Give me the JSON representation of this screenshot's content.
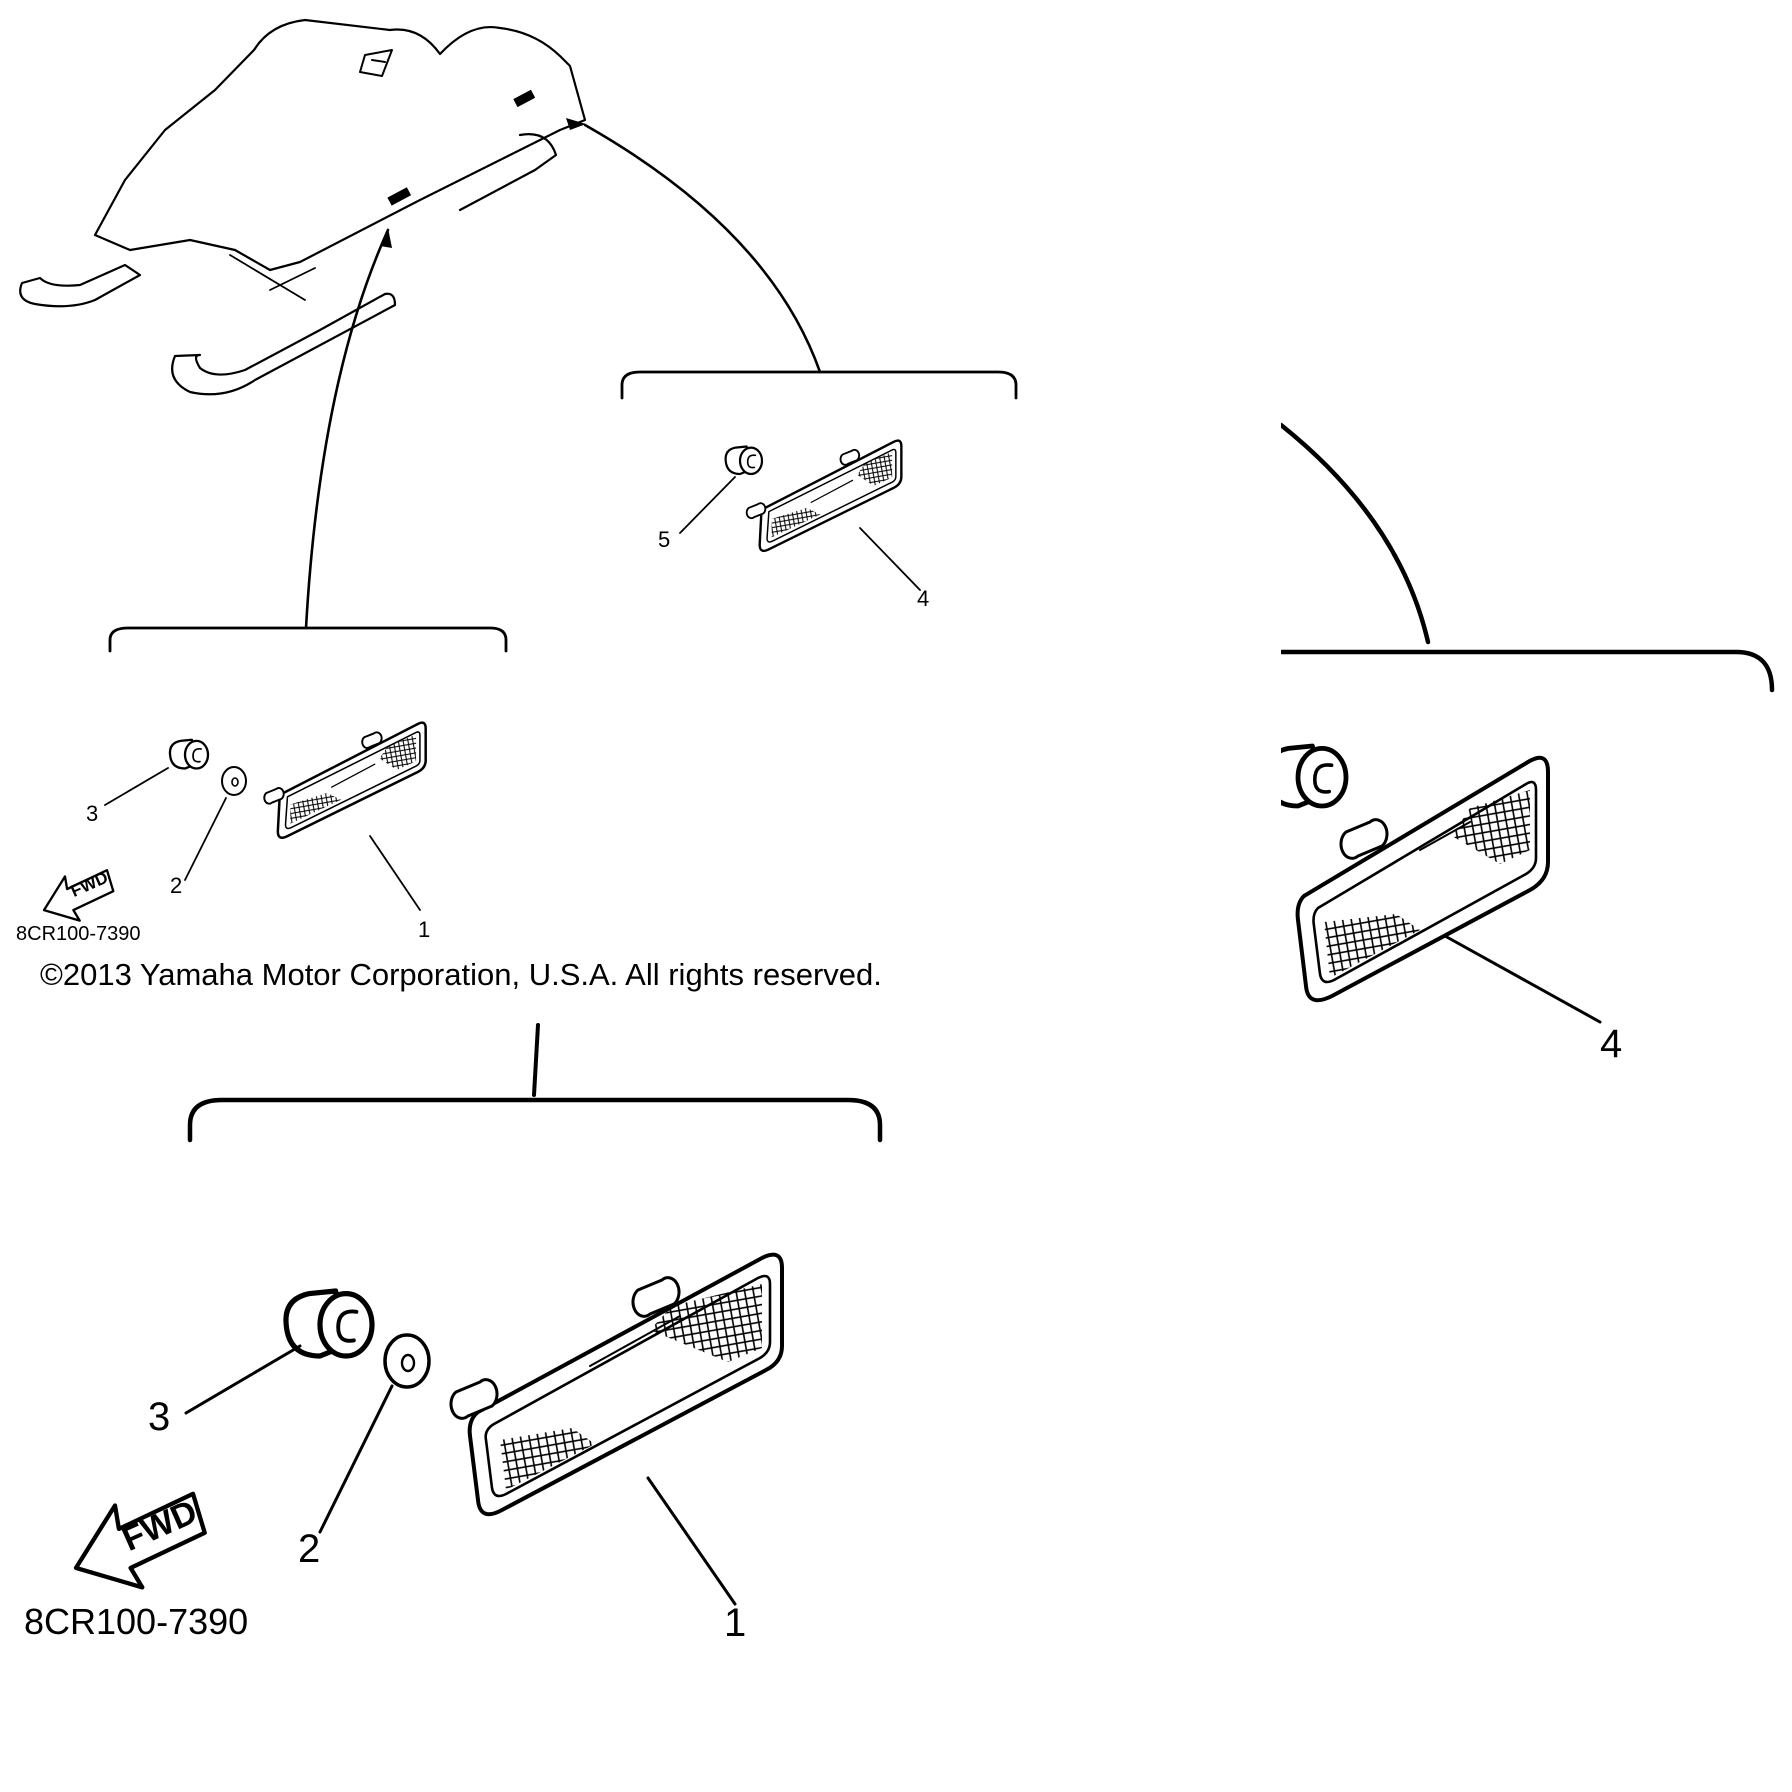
{
  "diagram": {
    "diagram_code": "8CR100-7390",
    "copyright": "©2013 Yamaha Motor Corporation, U.S.A. All rights reserved.",
    "arrow_text": "FWD",
    "callouts": {
      "reflector_side": "1",
      "washer": "2",
      "nut_side": "3",
      "reflector_rear": "4",
      "nut_rear": "5"
    }
  },
  "colors": {
    "ink": "#000000",
    "paper": "#ffffff"
  }
}
